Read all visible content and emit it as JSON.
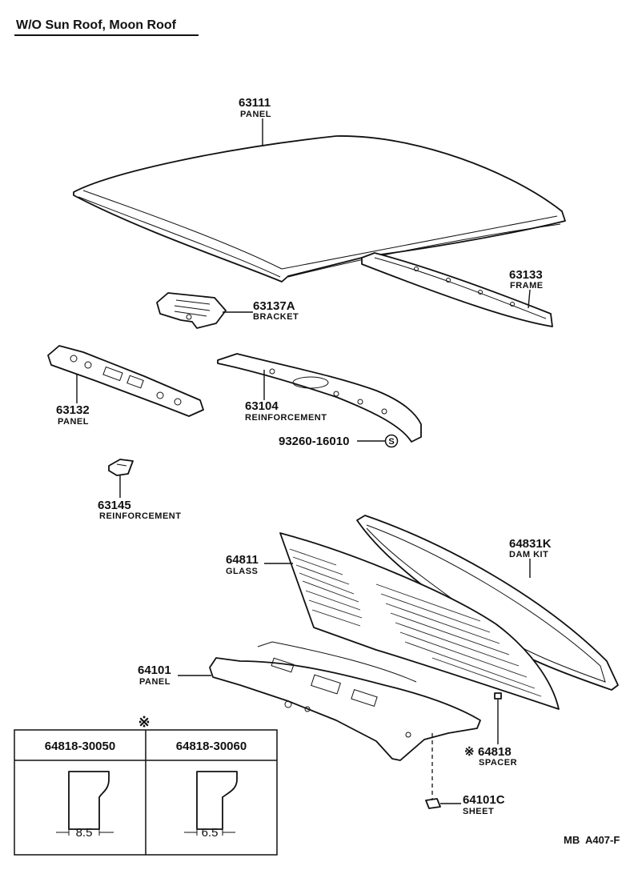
{
  "header": {
    "title": "W/O Sun Roof, Moon Roof"
  },
  "parts": {
    "p63111": {
      "number": "63111",
      "name": "PANEL"
    },
    "p63133": {
      "number": "63133",
      "name": "FRAME"
    },
    "p63137A": {
      "number": "63137A",
      "name": "BRACKET"
    },
    "p63132": {
      "number": "63132",
      "name": "PANEL"
    },
    "p63104": {
      "number": "63104",
      "name": "REINFORCEMENT"
    },
    "p93260": {
      "number": "93260-16010",
      "symbol": "S"
    },
    "p63145": {
      "number": "63145",
      "name": "REINFORCEMENT"
    },
    "p64811": {
      "number": "64811",
      "name": "GLASS"
    },
    "p64831K": {
      "number": "64831K",
      "name": "DAM KIT"
    },
    "p64101": {
      "number": "64101",
      "name": "PANEL"
    },
    "p64818": {
      "mark": "※",
      "number": "64818",
      "name": "SPACER"
    },
    "p64101C": {
      "number": "64101C",
      "name": "SHEET"
    }
  },
  "spacer_table": {
    "mark": "※",
    "columns": [
      {
        "part": "64818-30050",
        "dimension": "8.5"
      },
      {
        "part": "64818-30060",
        "dimension": "6.5"
      }
    ]
  },
  "footer": {
    "code": "MB  A407-F"
  }
}
